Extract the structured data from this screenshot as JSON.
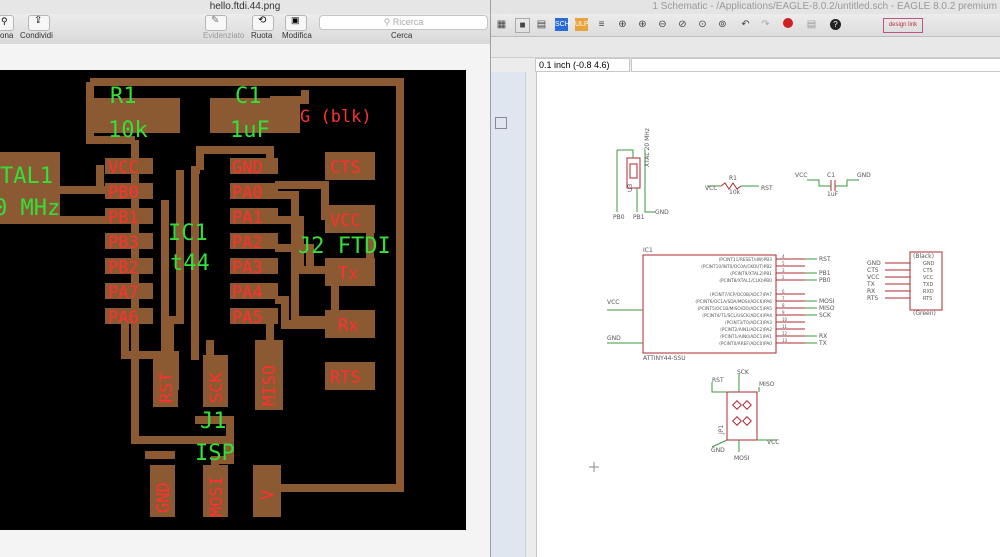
{
  "preview": {
    "title": "hello.ftdi.44.png",
    "toolbar": {
      "left_cut_label": "ona",
      "share_label": "Condividi",
      "highlight_label": "Evidenziato",
      "rotate_label": "Ruota",
      "edit_label": "Modifica",
      "search_placeholder": "Ricerca",
      "search_label": "Cerca"
    },
    "pcb_labels": {
      "r1": "R1",
      "r1_val": "10k",
      "c1": "C1",
      "c1_val": "1uF",
      "xtal": "TAL1",
      "mhz": "0 MHz",
      "ic1": "IC1",
      "t44": "t44",
      "j2": "J2 FTDI",
      "j1": "J1",
      "isp": "ISP",
      "g_blk": "G (blk)",
      "vcc": "VCC",
      "gnd": "GND",
      "pb0": "PB0",
      "pb1": "PB1",
      "pb3": "PB3",
      "pb2": "PB2",
      "pa7": "PA7",
      "pa6": "PA6",
      "pa0": "PA0",
      "pa1": "PA1",
      "pa2": "PA2",
      "pa3": "PA3",
      "pa4": "PA4",
      "pa5": "PA5",
      "cts": "CTS",
      "vcc2": "VCC",
      "tx": "Tx",
      "rx": "Rx",
      "rts": "RTS",
      "rst": "RST",
      "sck": "SCK",
      "miso": "MISO",
      "gnd2": "GND",
      "mosi": "MOSI",
      "v": "V"
    }
  },
  "eagle": {
    "title": "1 Schematic - /Applications/EAGLE-8.0.2/untitled.sch - EAGLE 8.0.2 premium",
    "coord": "0.1 inch (-0.8 4.6)",
    "sch_labels": {
      "xtal": "XTAL 20 MHz",
      "u3": "U3",
      "pb0": "PB0",
      "pb1": "PB1",
      "gnd": "GND",
      "r1": "R1",
      "r1_val": "10k",
      "vcc": "VCC",
      "rst": "RST",
      "c1": "C1",
      "c1_val": "1uF",
      "c1_vcc": "VCC",
      "c1_gnd": "GND",
      "ic1": "IC1",
      "ic1_part": "ATTINY44-SSU",
      "ic_pins": [
        "(PCINT11/RESET/dW)PB3",
        "(PCINT10/INT0/OC0A/CKOUT)PB2",
        "(PCINT9/XTAL2)PB1",
        "(PCINT8/XTAL1/CLKI)PB0",
        "(PCINT7/ICP/OC0B/ADC7)PA7",
        "(PCINT6/OC1A/SDA/MOSI/ADC6)PA6",
        "(PCINT5/OC1B/MISO/DO/ADC5)PA5",
        "(PCINT4/T1/SCL/USCK/ADC4)PA4",
        "(PCINT3/T0/ADC3)PA3",
        "(PCINT2/AIN1/ADC2)PA2",
        "(PCINT1/AIN0/ADC1)PA1",
        "(PCINT0/AREF/ADC0)PA0"
      ],
      "ic_pin_nums": [
        "4",
        "5",
        "3",
        "2",
        "6",
        "7",
        "8",
        "9",
        "10",
        "11",
        "12",
        "13"
      ],
      "ic_nets": [
        "RST",
        "",
        "PB1",
        "PB0",
        "",
        "MOSI",
        "MISO",
        "SCK",
        "",
        "",
        "RX",
        "TX"
      ],
      "ic_vcc": "VCC",
      "ic_gnd": "GND",
      "ftdi_left": [
        "GND",
        "CTS",
        "VCC",
        "TX",
        "RX",
        "RTS"
      ],
      "ftdi_top": "(Black)",
      "ftdi_pins": [
        "GND",
        "CTS",
        "VCC",
        "TXD",
        "RXD",
        "RTS"
      ],
      "ftdi_bottom": "(Green)",
      "isp_rst": "RST",
      "isp_sck": "SCK",
      "isp_miso": "MISO",
      "isp_gnd": "GND",
      "isp_mosi": "MOSI",
      "isp_vcc": "VCC",
      "isp_ref": "JP1"
    }
  },
  "colors": {
    "pcb_bg": "#000000",
    "trace": "#8b5a32",
    "pad_label": "#ff3030",
    "part_label": "#33e03a",
    "sch_part": "#b0272f",
    "sch_net": "#3a9a3a"
  }
}
